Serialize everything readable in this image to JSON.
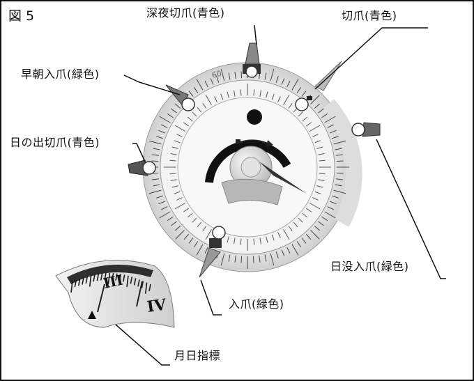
{
  "figure": {
    "title": "図 5"
  },
  "labels": {
    "shinya_kiri": "深夜切爪(青色)",
    "kiri": "切爪(青色)",
    "souchou_iri": "早朝入爪(緑色)",
    "hinode_kiri": "日の出切爪(青色)",
    "nichibotsu_iri": "日没入爪(緑色)",
    "iri": "入爪(緑色)",
    "tsukihi_shihyou": "月日指標"
  },
  "dial": {
    "numeral_60": "60"
  },
  "inset": {
    "numeral_3": "III",
    "numeral_4": "IV"
  }
}
